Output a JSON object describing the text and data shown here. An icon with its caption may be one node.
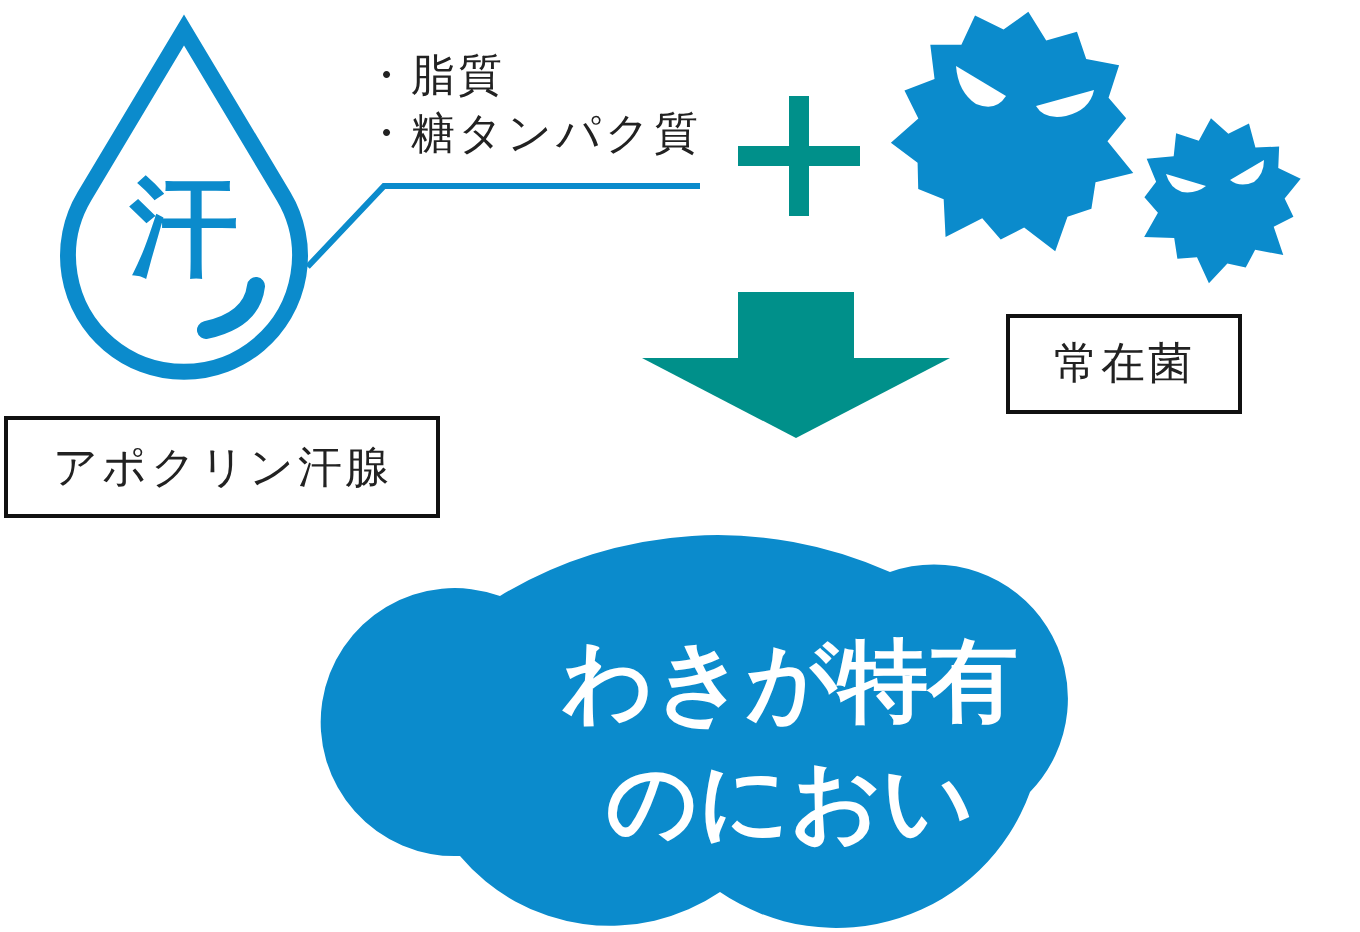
{
  "diagram": {
    "nodes": [
      {
        "text": [
          "汗"
        ]
      },
      {
        "text": [
          "・脂質",
          "・糖タンパク質"
        ]
      },
      {
        "text": [],
        "shape": "picture"
      },
      {
        "text": [
          "アポクリン汗腺"
        ]
      },
      {
        "text": [
          "常在菌"
        ]
      },
      {
        "text": [
          "わきが特有のにおい"
        ]
      }
    ],
    "edges": [
      {
        "from": 1,
        "to": 0,
        "arrow": "none",
        "color": "#0b8bcc"
      },
      {
        "from": null,
        "to": 5,
        "arrow": "to",
        "style": "thick",
        "color": "#00908a"
      }
    ]
  }
}
